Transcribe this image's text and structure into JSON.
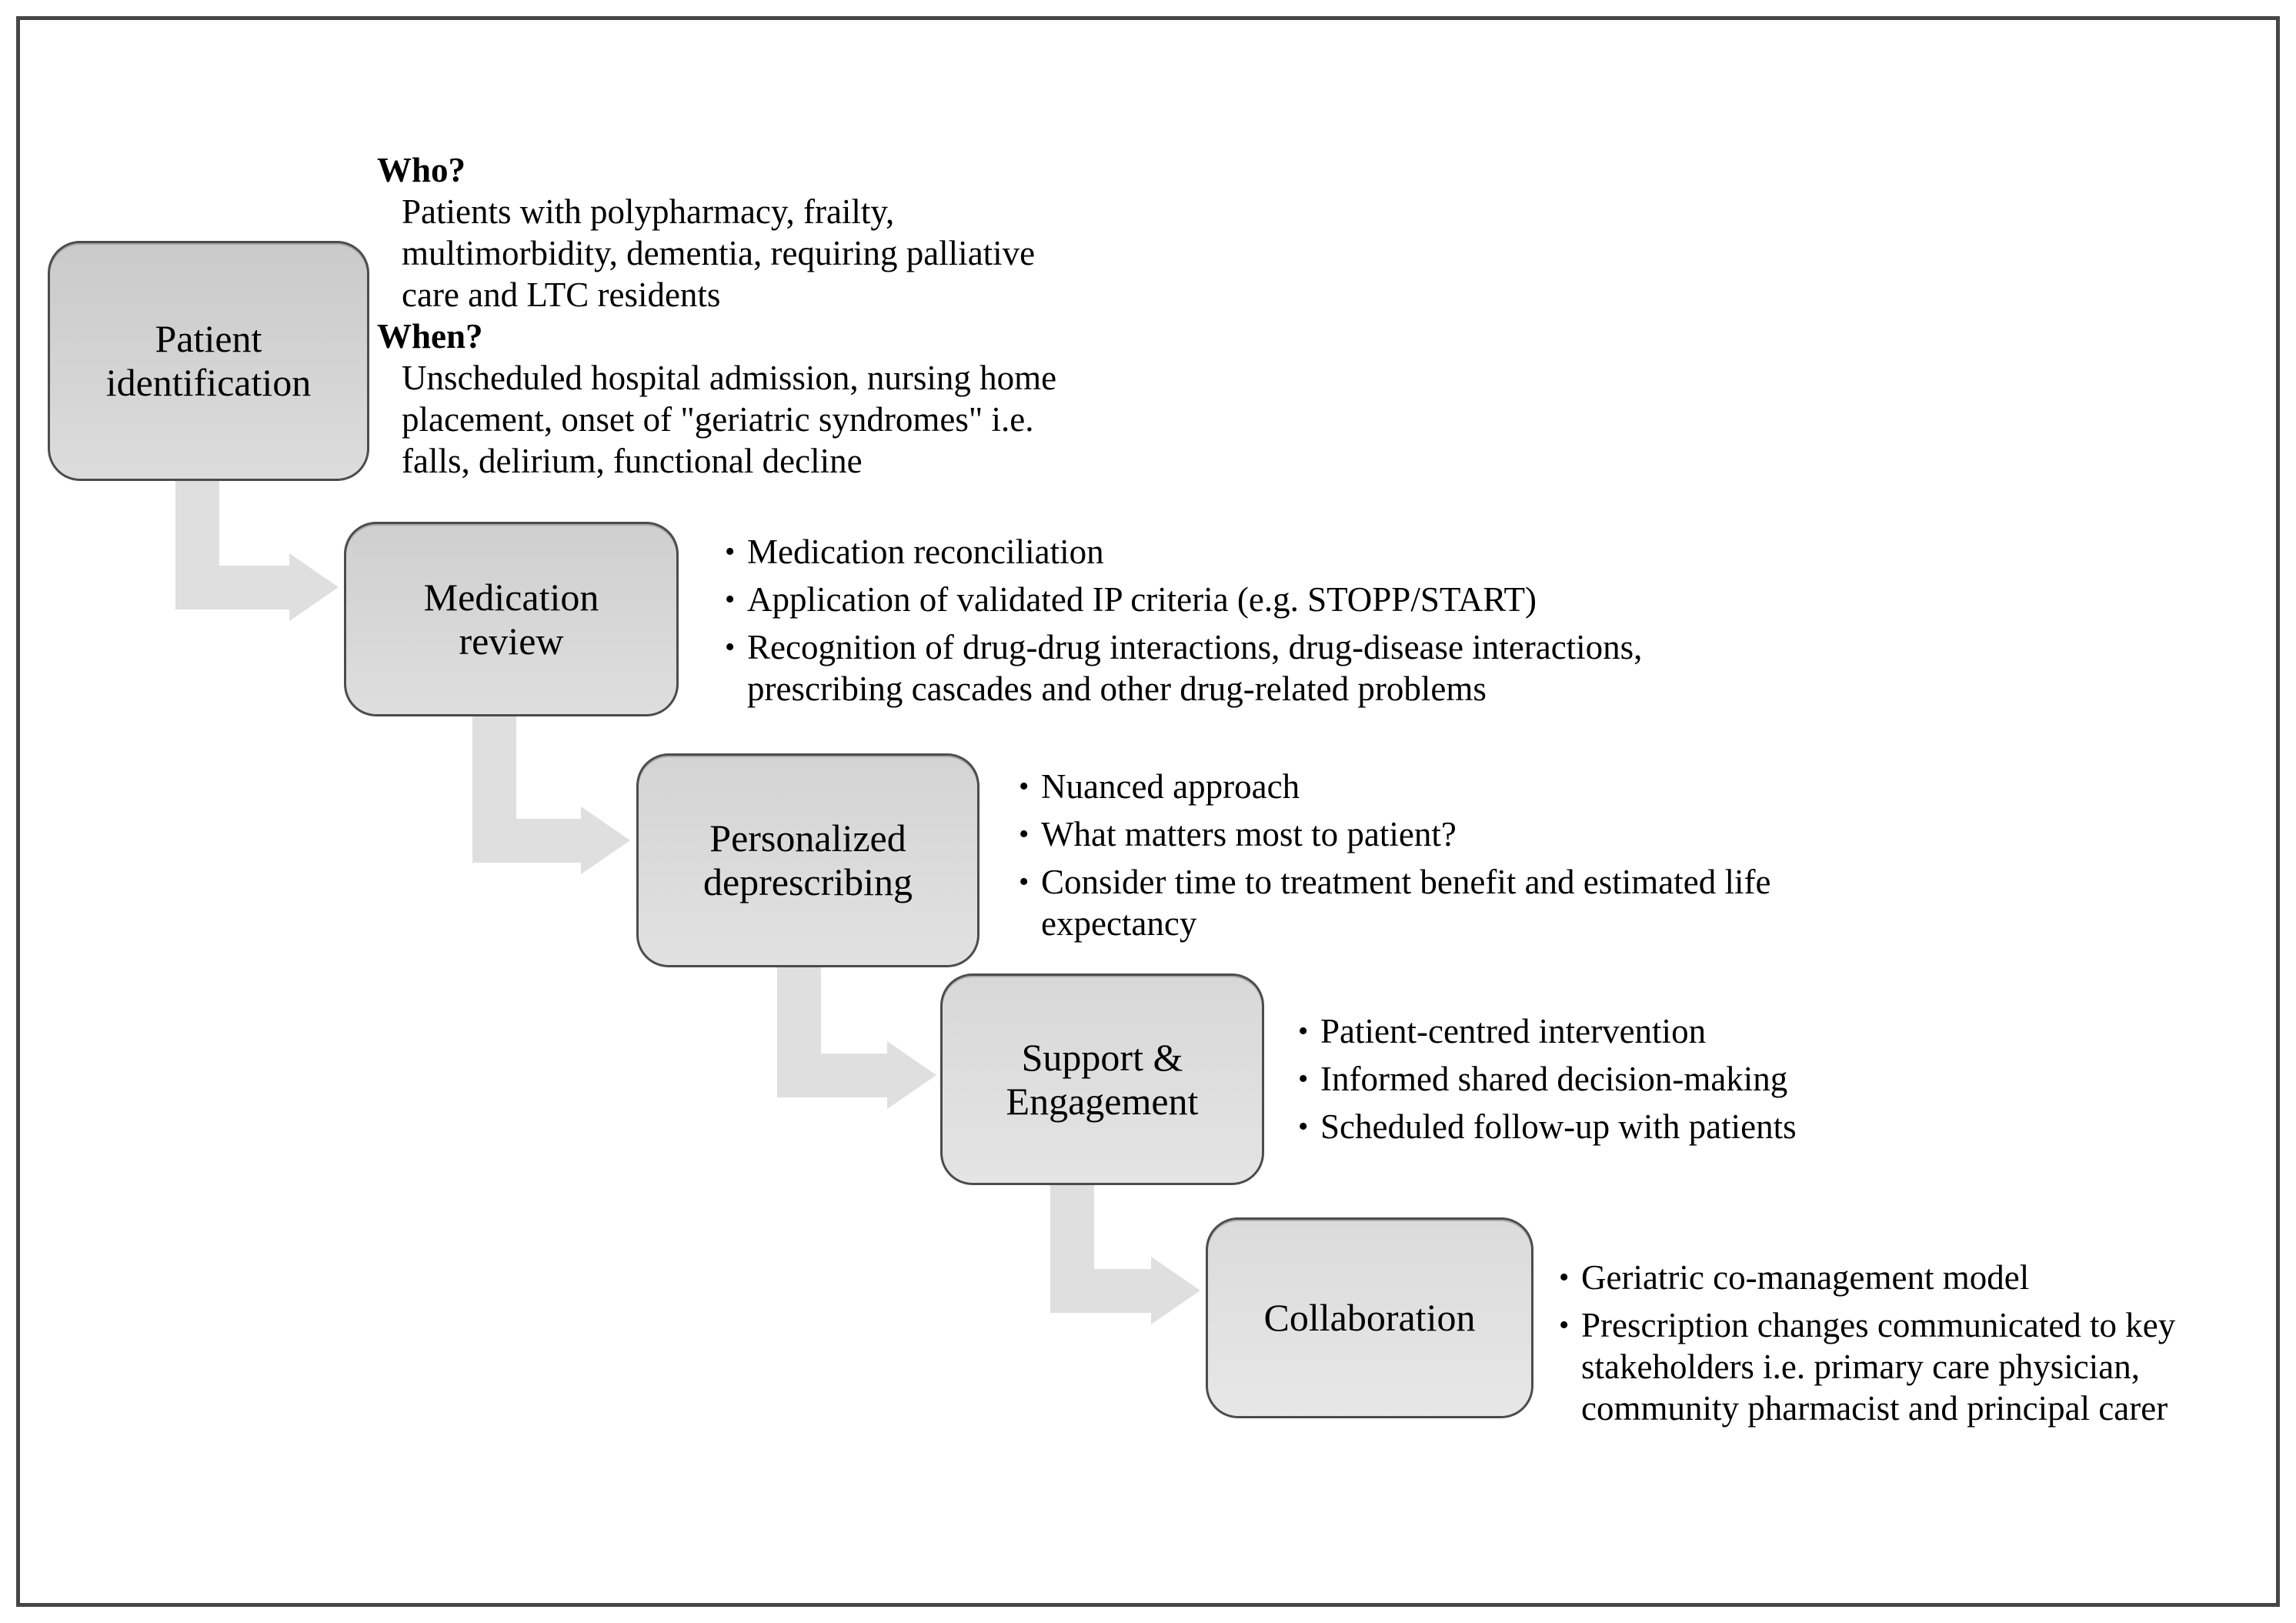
{
  "ui": {
    "bullet_char": "•"
  },
  "steps": [
    {
      "label": "Patient\nidentification",
      "sections": [
        {
          "heading": "Who?",
          "text": "Patients with polypharmacy, frailty,\nmultimorbidity, dementia, requiring palliative\ncare and LTC residents"
        },
        {
          "heading": "When?",
          "text": "Unscheduled hospital admission, nursing home\nplacement, onset of \"geriatric syndromes\" i.e.\nfalls, delirium, functional decline"
        }
      ]
    },
    {
      "label": "Medication\nreview",
      "bullets": [
        "Medication reconciliation",
        "Application of validated IP criteria (e.g. STOPP/START)",
        "Recognition of drug-drug interactions, drug-disease interactions,\nprescribing cascades and other drug-related problems"
      ]
    },
    {
      "label": "Personalized\ndeprescribing",
      "bullets": [
        "Nuanced approach",
        "What matters most to patient?",
        "Consider time to treatment benefit and estimated life\nexpectancy"
      ]
    },
    {
      "label": "Support &\nEngagement",
      "bullets": [
        "Patient-centred intervention",
        "Informed shared decision-making",
        "Scheduled follow-up with patients"
      ]
    },
    {
      "label": "Collaboration",
      "bullets": [
        "Geriatric co-management model",
        "Prescription changes communicated to key\nstakeholders i.e. primary care physician,\ncommunity pharmacist and principal carer"
      ]
    }
  ],
  "colors": {
    "background": "#ffffff",
    "frame_border": "#464646",
    "box_border": "#4c4c4c",
    "box_fill_top": "#cacaca",
    "box_fill_bottom": "#e7e7e7",
    "arrow_fill": "#dfdfdf",
    "text": "#000000"
  }
}
